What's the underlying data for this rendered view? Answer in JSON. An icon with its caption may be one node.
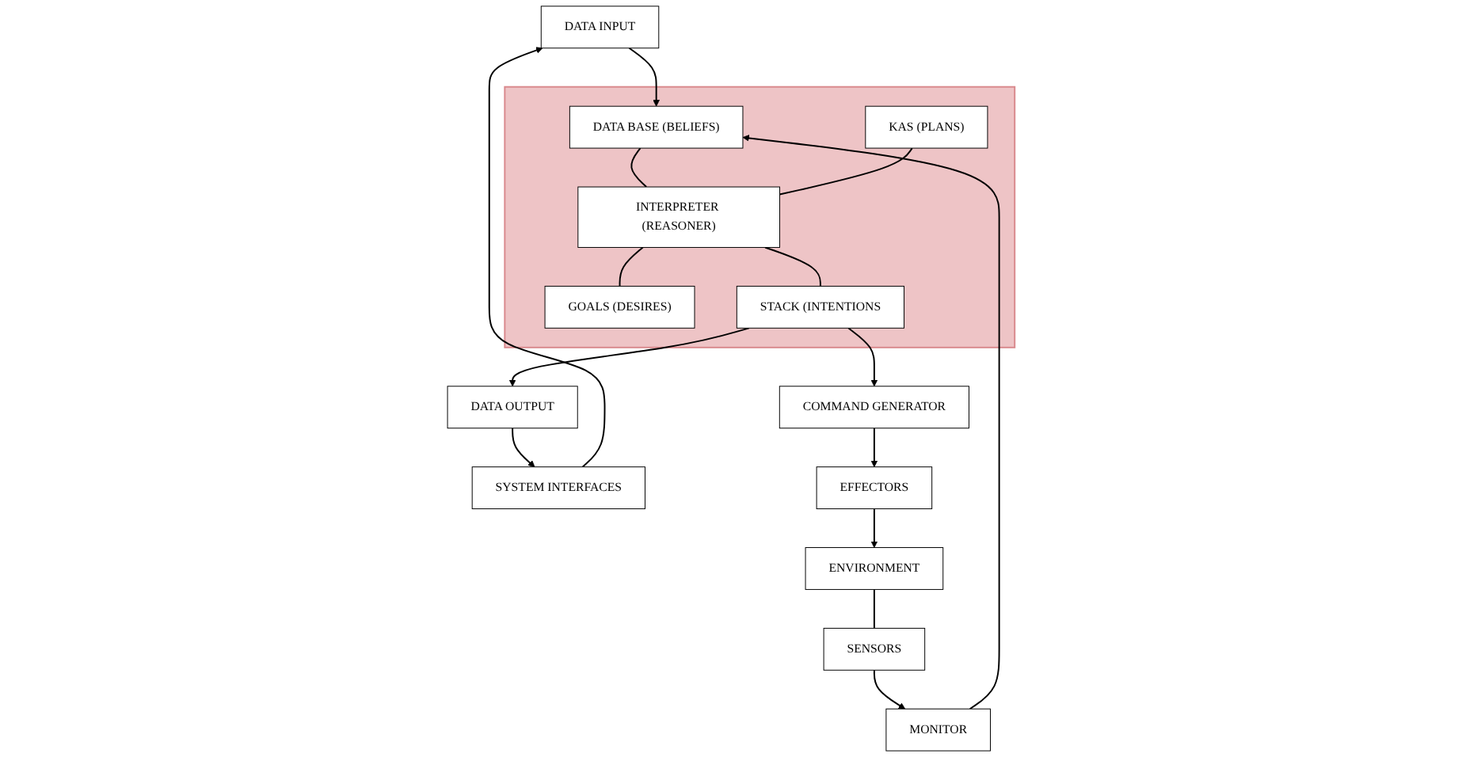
{
  "diagram": {
    "nodes": [
      {
        "text": [
          "DATA INPUT"
        ]
      },
      {
        "text": [
          "MONITOR"
        ]
      },
      {
        "text": [],
        "shape": "box"
      },
      {
        "text": [
          "DATA BASE (BELIEFS)"
        ],
        "in": 2
      },
      {
        "text": [
          "KAS (PLANS)"
        ],
        "in": 2
      },
      {
        "text": [
          "SENSORS"
        ]
      },
      {
        "text": [
          "INTERPRETER (REASONER)"
        ],
        "in": 2
      },
      {
        "text": [
          "SYSTEM INTERFACES"
        ]
      },
      {
        "text": [
          "ENVIRONMENT"
        ]
      },
      {
        "text": [
          "GOALS (DESIRES)"
        ],
        "in": 2
      },
      {
        "text": [
          "STACK (INTENTIONS"
        ],
        "in": 2
      },
      {
        "text": [
          "EFFECTORS"
        ]
      },
      {
        "text": [
          "DATA OUTPUT"
        ]
      },
      {
        "text": [
          "COMMAND GENERATOR"
        ]
      }
    ],
    "edges": [
      {
        "from": 7,
        "to": 0,
        "arrow": "to"
      },
      {
        "from": 12,
        "to": 7,
        "arrow": "to"
      },
      {
        "from": 0,
        "to": 3,
        "arrow": "to"
      },
      {
        "from": 1,
        "to": 3,
        "arrow": "to"
      },
      {
        "from": 5,
        "to": 1,
        "arrow": "to"
      },
      {
        "from": 8,
        "to": 5,
        "arrow": "none"
      },
      {
        "from": 11,
        "to": 8,
        "arrow": "to"
      },
      {
        "from": 13,
        "to": 11,
        "arrow": "to"
      },
      {
        "from": 10,
        "to": 12,
        "arrow": "to"
      },
      {
        "from": 10,
        "to": 13,
        "arrow": "to"
      },
      {
        "from": 3,
        "to": 6,
        "arrow": "none"
      },
      {
        "from": 4,
        "to": 6,
        "arrow": "none"
      },
      {
        "from": 6,
        "to": 9,
        "arrow": "none"
      },
      {
        "from": 6,
        "to": 10,
        "arrow": "none"
      }
    ]
  }
}
